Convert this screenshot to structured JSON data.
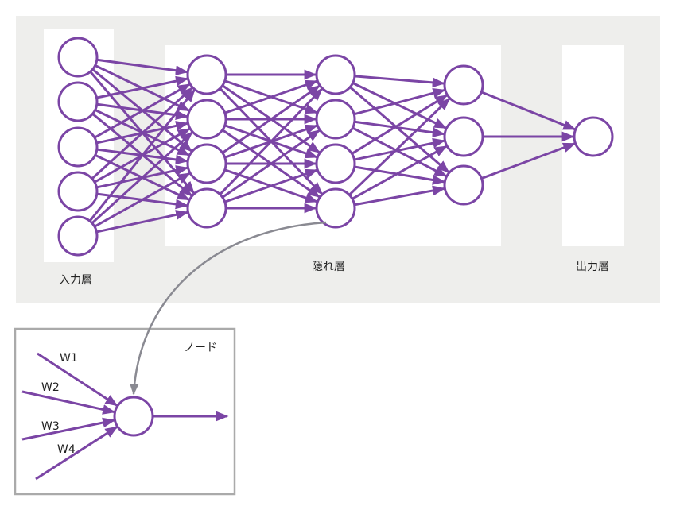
{
  "colors": {
    "edge": "#7b45a5",
    "panel_bg": "#eeeeec",
    "curve": "#8a8a92",
    "box_border": "#aaaaaa"
  },
  "network": {
    "layers": [
      {
        "name": "input",
        "nodes": 5
      },
      {
        "name": "hidden-1",
        "nodes": 4
      },
      {
        "name": "hidden-2",
        "nodes": 4
      },
      {
        "name": "hidden-3",
        "nodes": 3
      },
      {
        "name": "output",
        "nodes": 1
      }
    ],
    "labels": {
      "input": "入力層",
      "hidden": "隠れ層",
      "output": "出力層"
    }
  },
  "node_detail": {
    "title": "ノード",
    "weights": [
      "W1",
      "W2",
      "W3",
      "W4"
    ]
  }
}
